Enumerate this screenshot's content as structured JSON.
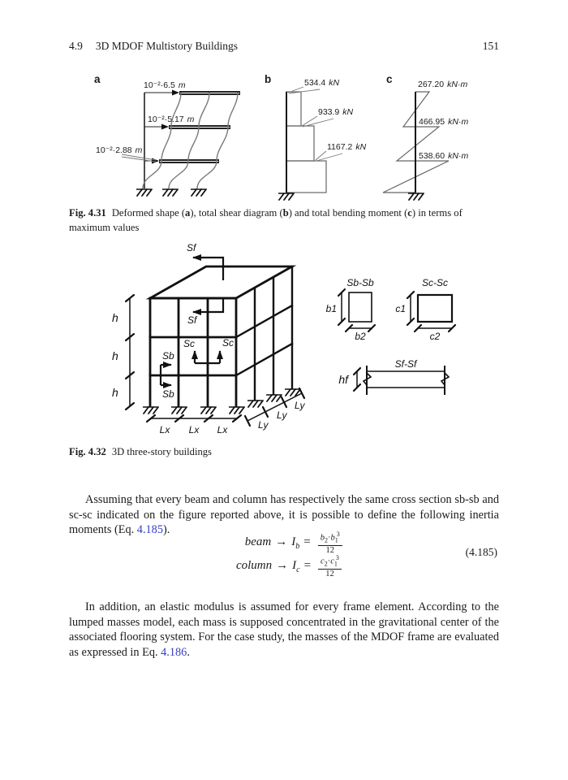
{
  "header": {
    "section_num": "4.9",
    "section_title": "3D MDOF Multistory Buildings",
    "page_num": "151"
  },
  "fig431": {
    "panel_a_letter": "a",
    "panel_b_letter": "b",
    "panel_c_letter": "c",
    "a": {
      "d1": {
        "v": "10⁻²·6.5",
        "u": "m"
      },
      "d2": {
        "v": "10⁻²·5.17",
        "u": "m"
      },
      "d3": {
        "v": "10⁻²·2.88",
        "u": "m"
      }
    },
    "b": {
      "f1": {
        "v": "534.4",
        "u": "kN"
      },
      "f2": {
        "v": "933.9",
        "u": "kN"
      },
      "f3": {
        "v": "1167.2",
        "u": "kN"
      }
    },
    "c": {
      "m1": {
        "v": "267.20",
        "u": "kN·m"
      },
      "m2": {
        "v": "466.95",
        "u": "kN·m"
      },
      "m3": {
        "v": "538.60",
        "u": "kN·m"
      }
    },
    "caption": {
      "label": "Fig. 4.31",
      "s1": "Deformed shape (",
      "b1": "a",
      "s2": "), total shear diagram (",
      "b2": "b",
      "s3": ") and total bending moment (",
      "b3": "c",
      "s4": ") in terms of maximum values"
    }
  },
  "fig432": {
    "labels": {
      "sf_top": "Sf",
      "sf_inner": "Sf",
      "sc_left": "Sc",
      "sc_right": "Sc",
      "sb_top": "Sb",
      "sb_bottom": "Sb",
      "h1": "h",
      "h2": "h",
      "h3": "h",
      "lx1": "Lx",
      "lx2": "Lx",
      "lx3": "Lx",
      "ly1": "Ly",
      "ly2": "Ly",
      "ly3": "Ly"
    },
    "sections": {
      "sb_title": "Sb-Sb",
      "sc_title": "Sc-Sc",
      "sf_title": "Sf-Sf",
      "b1": "b1",
      "b2": "b2",
      "c1": "c1",
      "c2": "c2",
      "hf": "hf"
    },
    "caption": {
      "label": "Fig. 4.32",
      "text": "3D three-story buildings"
    }
  },
  "para1": {
    "s1": "Assuming that every beam and column has respectively the same cross section sb-sb and sc-sc indicated on the figure reported above, it is possible to define the following inertia moments (Eq. ",
    "link": "4.185",
    "s2": ")."
  },
  "equation": {
    "number": "(4.185)",
    "arrow": "→",
    "equals": "=",
    "dot": "·",
    "row1": {
      "word": "beam",
      "sym": "I",
      "sub": "b",
      "n1": "b",
      "n1s": "2",
      "n2": "b",
      "n2s": "1",
      "exp": "3",
      "den": "12"
    },
    "row2": {
      "word": "column",
      "sym": "I",
      "sub": "c",
      "n1": "c",
      "n1s": "2",
      "n2": "c",
      "n2s": "1",
      "exp": "3",
      "den": "12"
    }
  },
  "para2": {
    "s1": "In addition, an elastic modulus is assumed for every frame element. According to the lumped masses model, each mass is supposed concentrated in the gravitational center of the associated flooring system. For the case study, the masses of the MDOF frame are evaluated as expressed in Eq. ",
    "link": "4.186",
    "s2": "."
  },
  "colors": {
    "link_blue": "#3540c4",
    "ink": "#1b1b1b",
    "diagram_gray": "#666666"
  }
}
